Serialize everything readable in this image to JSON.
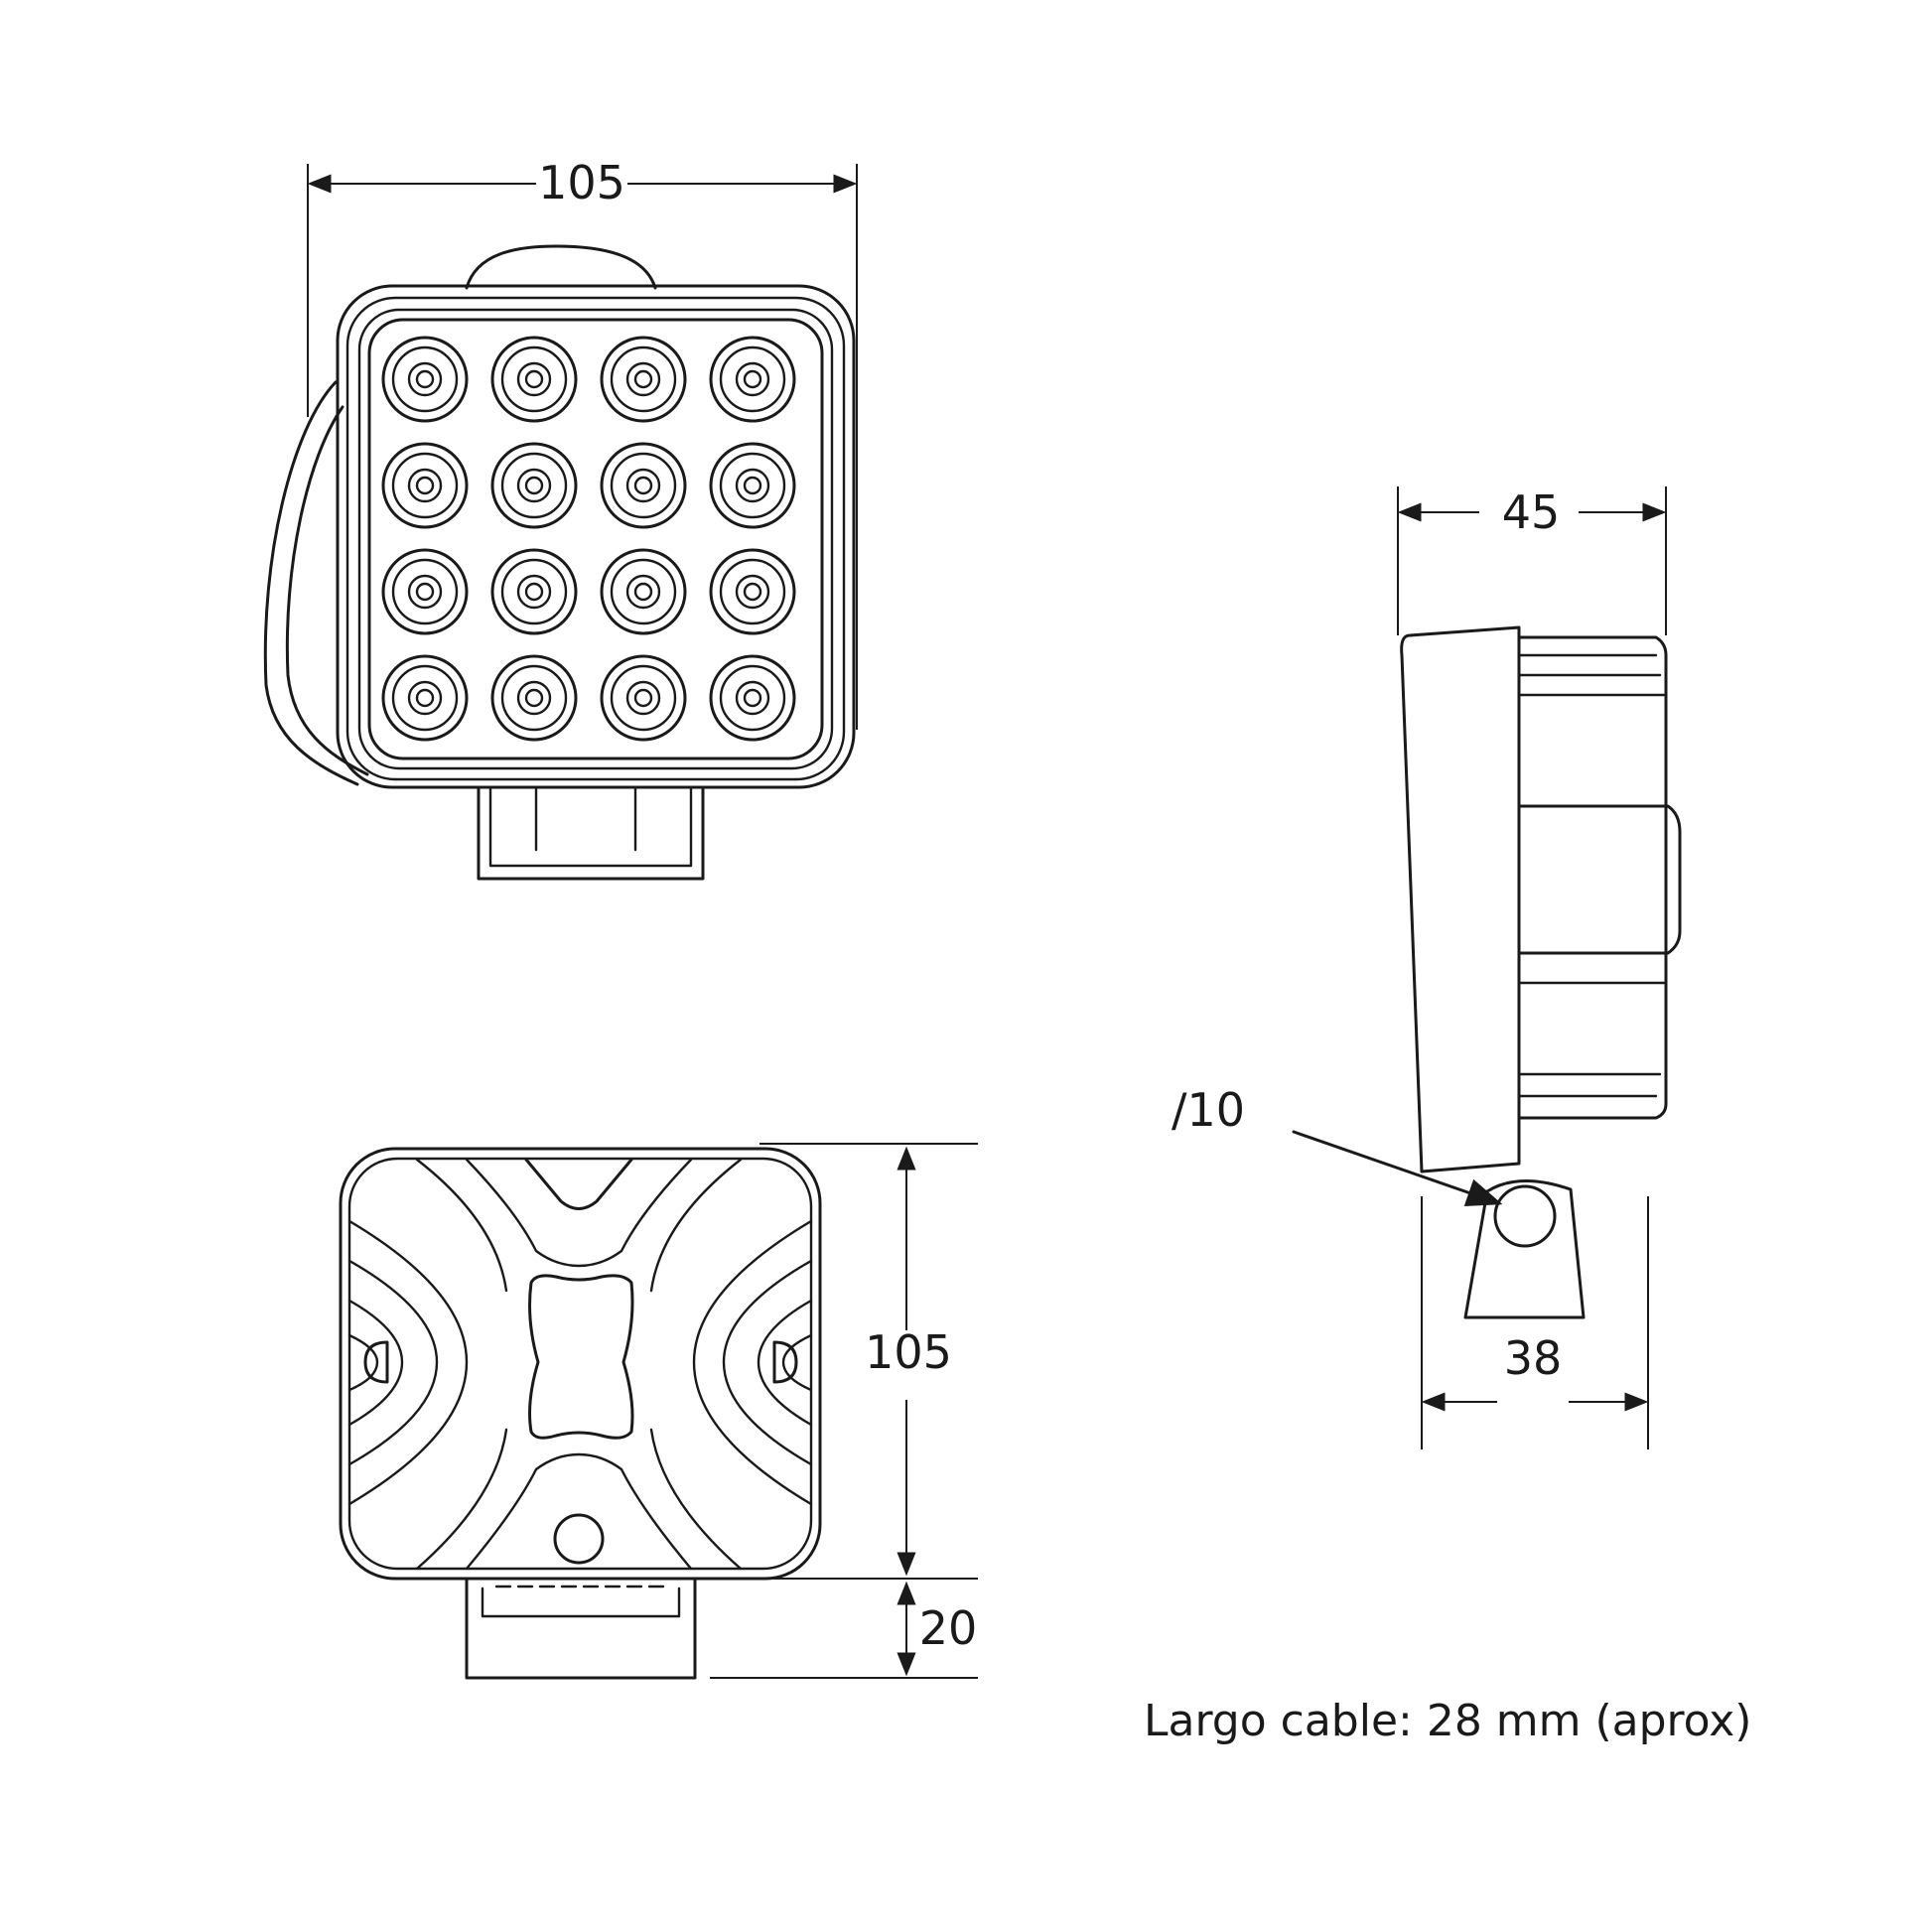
{
  "front_view": {
    "width_label": "105",
    "led_rows": 4,
    "led_cols": 4
  },
  "back_view": {
    "height_label": "105",
    "bracket_label": "20"
  },
  "side_view": {
    "depth_label": "45",
    "hole_label": "∕10",
    "base_label": "38"
  },
  "note": "Largo cable: 28 mm (aprox)",
  "colors": {
    "line": "#1a1a1a",
    "background": "#ffffff"
  }
}
